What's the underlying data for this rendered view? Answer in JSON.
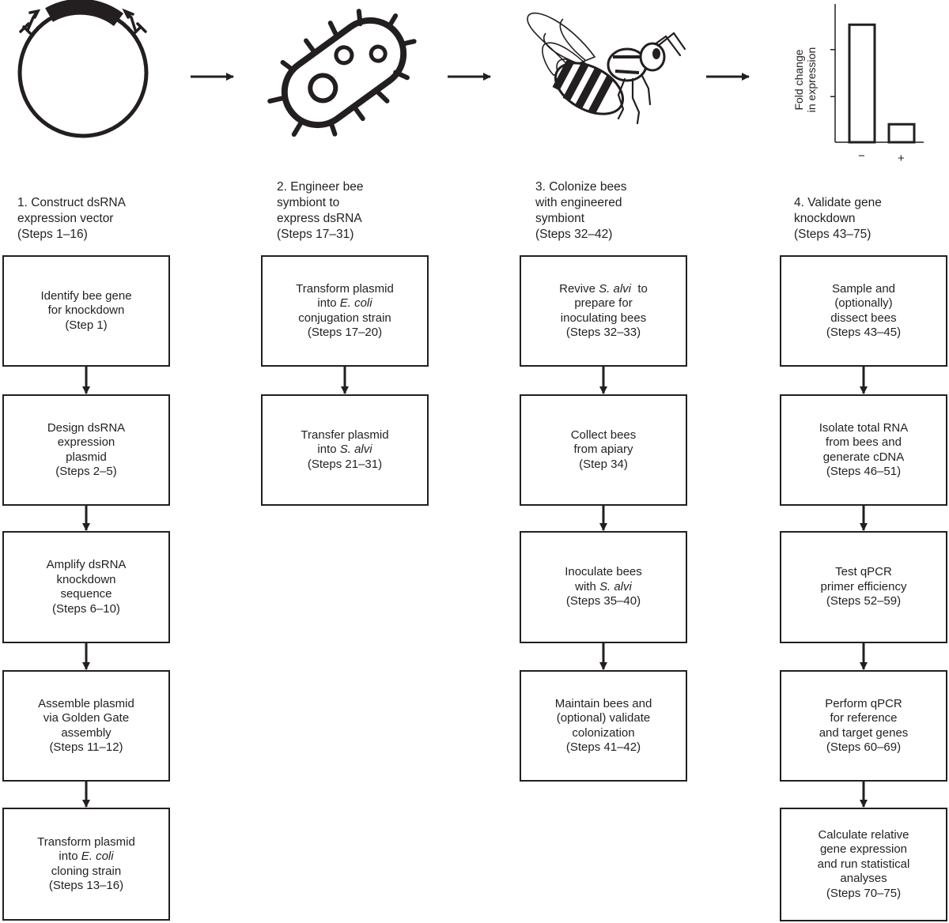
{
  "columns": [
    {
      "heading": [
        "1. Construct dsRNA",
        "expression vector",
        "(Steps 1–16)"
      ],
      "icon": "plasmid-icon",
      "boxes": [
        {
          "lines": [
            [
              "Identify bee gene"
            ],
            [
              "for knockdown"
            ],
            [
              "(Step 1)"
            ]
          ]
        },
        {
          "lines": [
            [
              "Design dsRNA"
            ],
            [
              "expression"
            ],
            [
              "plasmid"
            ],
            [
              "(Steps 2–5)"
            ]
          ]
        },
        {
          "lines": [
            [
              "Amplify dsRNA"
            ],
            [
              "knockdown"
            ],
            [
              "sequence"
            ],
            [
              "(Steps 6–10)"
            ]
          ]
        },
        {
          "lines": [
            [
              "Assemble plasmid"
            ],
            [
              "via Golden Gate"
            ],
            [
              "assembly"
            ],
            [
              "(Steps 11–12)"
            ]
          ]
        },
        {
          "lines": [
            [
              "Transform plasmid"
            ],
            [
              "into ",
              "E. coli"
            ],
            [
              "cloning strain"
            ],
            [
              "(Steps 13–16)"
            ]
          ]
        }
      ]
    },
    {
      "heading": [
        "2. Engineer bee",
        "symbiont to",
        "express dsRNA",
        "(Steps 17–31)"
      ],
      "icon": "bacterium-icon",
      "boxes": [
        {
          "lines": [
            [
              "Transform plasmid"
            ],
            [
              "into ",
              "E. coli"
            ],
            [
              "conjugation strain"
            ],
            [
              "(Steps 17–20)"
            ]
          ]
        },
        {
          "lines": [
            [
              "Transfer plasmid"
            ],
            [
              "into ",
              "S. alvi"
            ],
            [
              "(Steps 21–31)"
            ]
          ]
        }
      ]
    },
    {
      "heading": [
        "3. Colonize bees",
        "with engineered",
        "symbiont",
        "(Steps 32–42)"
      ],
      "icon": "bee-icon",
      "boxes": [
        {
          "lines": [
            [
              "Revive ",
              "S. alvi",
              "  to"
            ],
            [
              "prepare for"
            ],
            [
              "inoculating bees"
            ],
            [
              "(Steps 32–33)"
            ]
          ]
        },
        {
          "lines": [
            [
              "Collect bees"
            ],
            [
              "from apiary"
            ],
            [
              "(Step 34)"
            ]
          ]
        },
        {
          "lines": [
            [
              "Inoculate bees"
            ],
            [
              "with ",
              "S. alvi"
            ],
            [
              "(Steps 35–40)"
            ]
          ]
        },
        {
          "lines": [
            [
              "Maintain bees and"
            ],
            [
              "(optional) validate"
            ],
            [
              "colonization"
            ],
            [
              "(Steps 41–42)"
            ]
          ]
        }
      ]
    },
    {
      "heading": [
        "4. Validate gene",
        "knockdown",
        "(Steps 43–75)"
      ],
      "icon": "bar-chart-icon",
      "boxes": [
        {
          "lines": [
            [
              "Sample and"
            ],
            [
              "(optionally)"
            ],
            [
              "dissect bees"
            ],
            [
              "(Steps 43–45)"
            ]
          ]
        },
        {
          "lines": [
            [
              "Isolate total RNA"
            ],
            [
              "from bees and"
            ],
            [
              "generate cDNA"
            ],
            [
              "(Steps 46–51)"
            ]
          ]
        },
        {
          "lines": [
            [
              "Test qPCR"
            ],
            [
              "primer efficiency"
            ],
            [
              "(Steps 52–59)"
            ]
          ]
        },
        {
          "lines": [
            [
              "Perform qPCR"
            ],
            [
              "for reference"
            ],
            [
              "and target genes"
            ],
            [
              "(Steps 60–69)"
            ]
          ]
        },
        {
          "lines": [
            [
              "Calculate relative"
            ],
            [
              "gene expression"
            ],
            [
              "and run statistical"
            ],
            [
              "analyses"
            ],
            [
              "(Steps 70–75)"
            ]
          ]
        }
      ]
    }
  ],
  "chart_data": {
    "type": "bar",
    "categories": [
      "−",
      "+"
    ],
    "values": [
      0.85,
      0.13
    ],
    "ylabel": "Fold change in expression",
    "ylabel_lines": [
      "Fold change",
      "in expression"
    ],
    "ylim": [
      0,
      1
    ]
  },
  "colors": {
    "ink": "#231f20",
    "background": "#ffffff"
  }
}
